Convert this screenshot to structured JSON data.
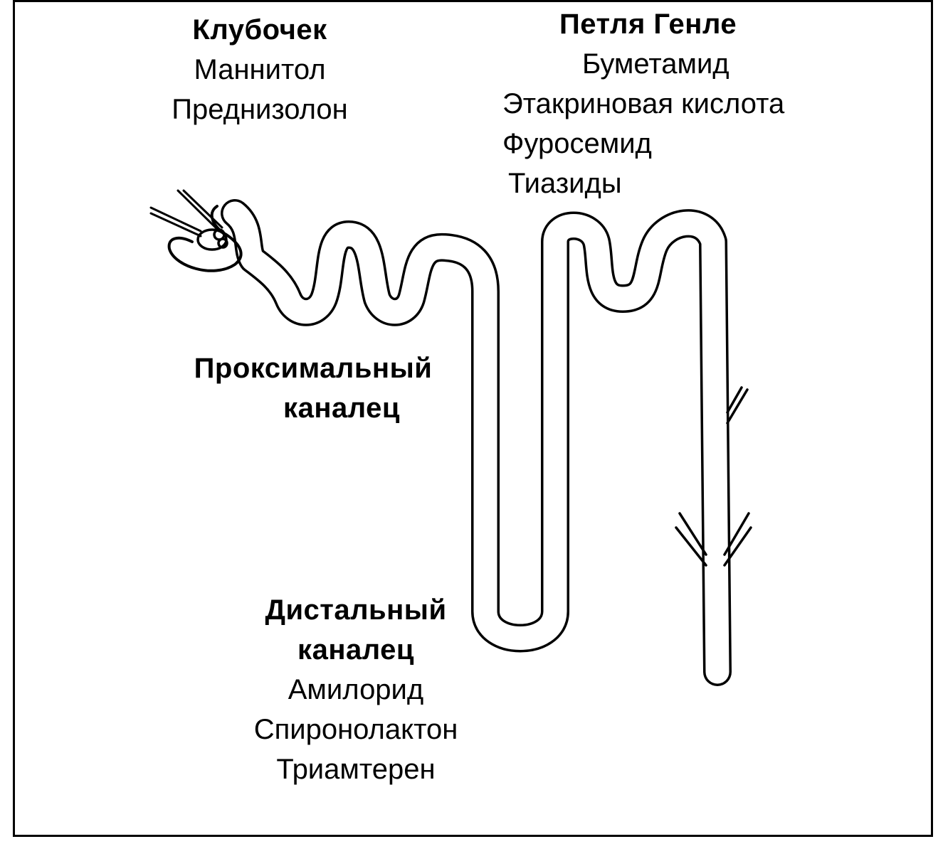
{
  "glomerulus": {
    "title": "Клубочек",
    "drugs": [
      "Маннитол",
      "Преднизолон"
    ]
  },
  "loop_of_henle": {
    "title": "Петля Генле",
    "drugs": [
      "Буметамид",
      "Этакриновая кислота",
      "Фуросемид",
      "Тиазиды"
    ]
  },
  "proximal_tubule": {
    "title_line1": "Проксимальный",
    "title_line2": "каналец"
  },
  "distal_tubule": {
    "title_line1": "Дистальный",
    "title_line2": "каналец",
    "drugs": [
      "Амилорид",
      "Спиронолактон",
      "Триамтерен"
    ]
  },
  "colors": {
    "line": "#000000",
    "background": "#ffffff"
  }
}
